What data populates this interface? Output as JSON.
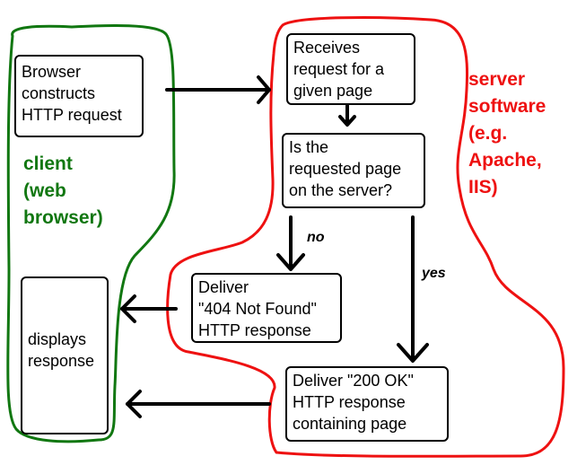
{
  "colors": {
    "client": "#117711",
    "server": "#ee1111",
    "ink": "#000000"
  },
  "client": {
    "label": "client\n(web\nbrowser)",
    "construct_box": "Browser\nconstructs\nHTTP request",
    "display_box": "displays\nresponse"
  },
  "server": {
    "label": "server\nsoftware\n(e.g.\nApache,\nIIS)",
    "receive_box": "Receives\nrequest for a\ngiven page",
    "decision_box": "Is the\nrequested page\non the server?",
    "notfound_box": "Deliver\n\"404 Not Found\"\nHTTP response",
    "ok_box": "Deliver \"200 OK\"\nHTTP response\ncontaining page"
  },
  "edges": {
    "no": "no",
    "yes": "yes"
  }
}
